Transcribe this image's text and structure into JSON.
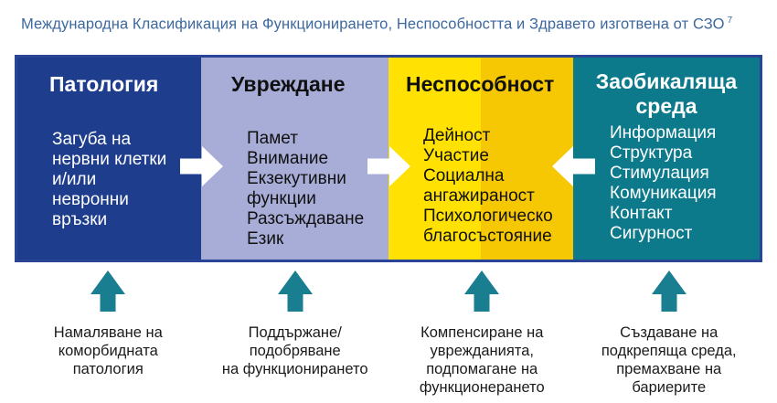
{
  "title": {
    "text": "Международна Класификация на Функционирането, Неспособността и Здравето изготвена от СЗО",
    "footnote": "7"
  },
  "columns": [
    {
      "id": "pathology",
      "heading": "Патология",
      "body": "Загуба на\nнервни клетки\nи/или\nневронни\nвръзки"
    },
    {
      "id": "impairment",
      "heading": "Увреждане",
      "body": "Памет\nВнимание\nЕкзекутивни\nфункции\nРазсъждаване\nЕзик"
    },
    {
      "id": "disability",
      "heading": "Неспособност",
      "body": "Дейност\nУчастие\nСоциална\nангажираност\nПсихологическо\nблагосъстояние"
    },
    {
      "id": "environment",
      "heading": "Заобикаляща\nсреда",
      "body": "Информация\nСтруктура\nСтимулация\nКомуникация\nКонтакт\nСигурност"
    }
  ],
  "flow_arrows": [
    {
      "between": "pathology-impairment",
      "direction": "right"
    },
    {
      "between": "impairment-disability",
      "direction": "right"
    },
    {
      "between": "environment-disability",
      "direction": "left"
    }
  ],
  "interventions": [
    {
      "label": "Намаляване на\nкоморбидната\nпатология"
    },
    {
      "label": "Поддържане/\nподобряване\nна функционирането"
    },
    {
      "label": "Компенсиране на\nуврежданията,\nподпомагане на\nфункционерането"
    },
    {
      "label": "Създаване на\nподкрепяща среда,\nпремахване на\nбариерите"
    }
  ],
  "colors": {
    "title_text": "#3c689f",
    "box_border": "#2a4496",
    "pathology_bg": "#1e3d8c",
    "impairment_bg": "#a8add8",
    "disability_bg_left": "#ffe203",
    "disability_bg_right": "#f6c703",
    "environment_bg": "#0d7a8c",
    "flow_arrow": "#ffffff",
    "up_arrow": "#1a7e91"
  }
}
